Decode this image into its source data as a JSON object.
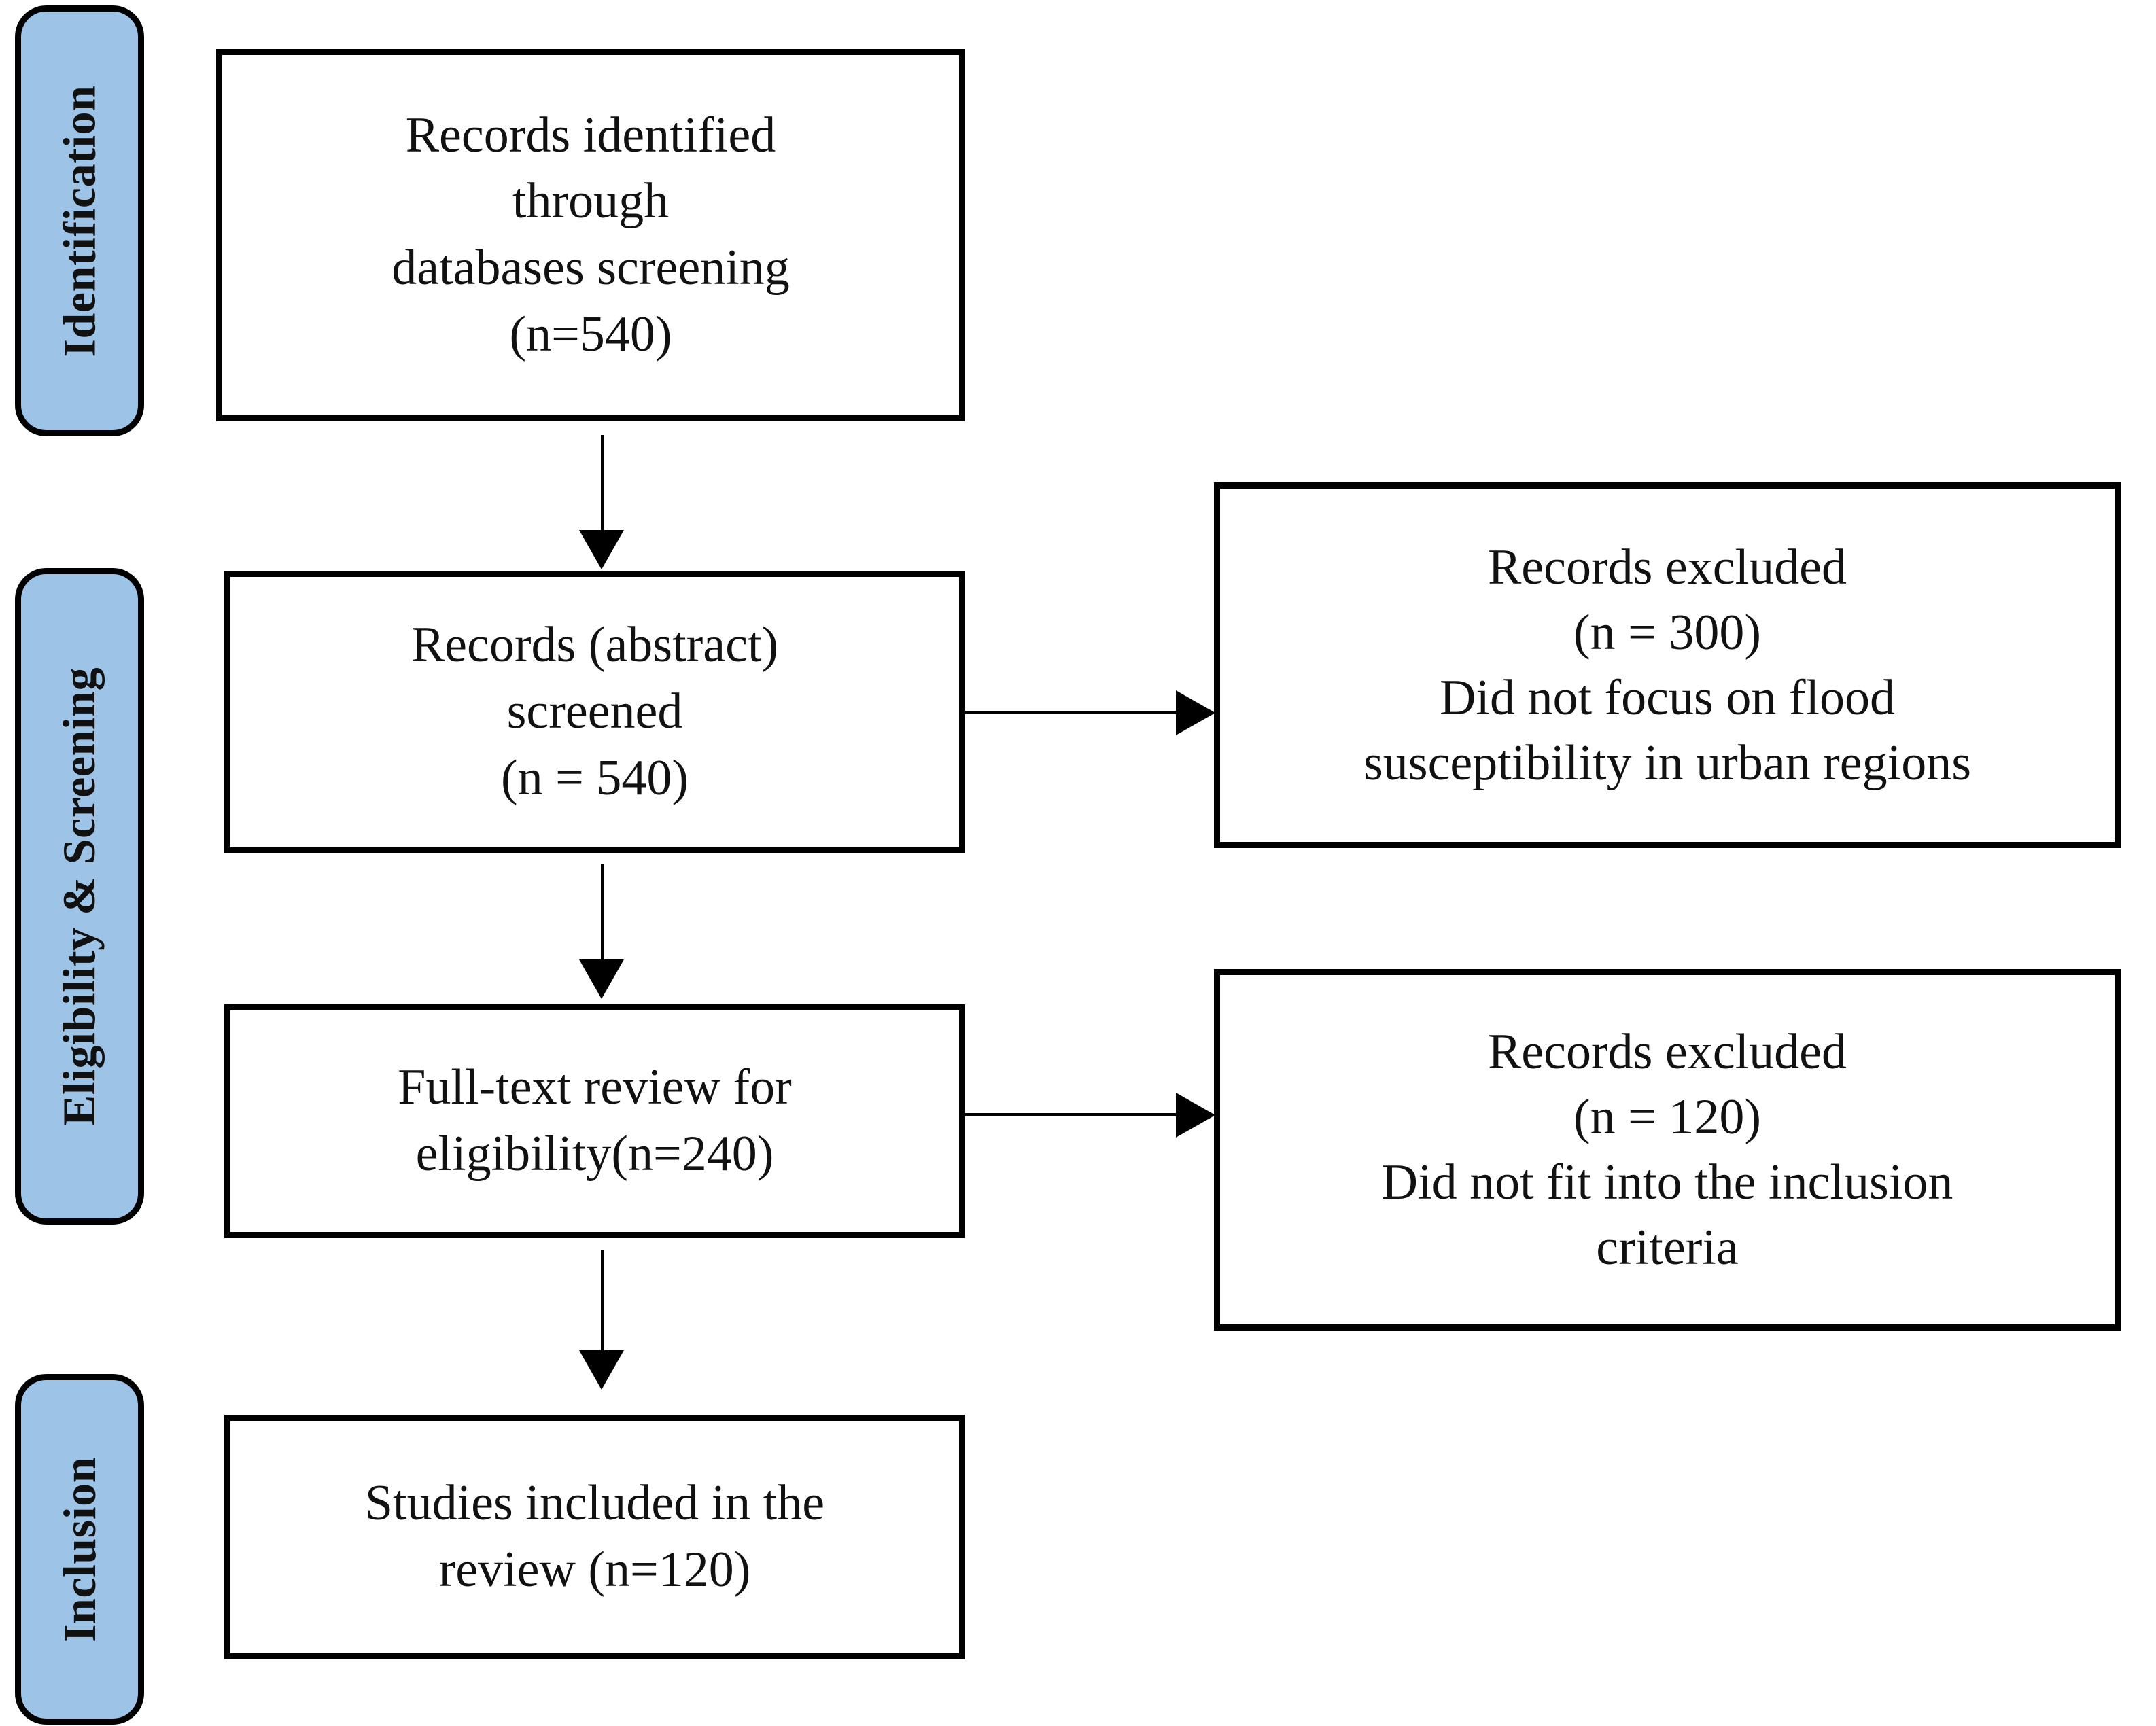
{
  "diagram": {
    "type": "prisma-flow-diagram",
    "accent_color": "#9dc3e6",
    "border_color": "#000000",
    "background_color": "#ffffff"
  },
  "stages": [
    {
      "id": "identification",
      "label": "Identification"
    },
    {
      "id": "eligibility-screening",
      "label": "Eligibility & Screening"
    },
    {
      "id": "inclusion",
      "label": "Inclusion"
    }
  ],
  "boxes": {
    "identified": {
      "text": "Records identified\nthrough\ndatabases screening\n(n=540)",
      "n": 540
    },
    "screened": {
      "text": "Records (abstract)\nscreened\n(n = 540)",
      "n": 540
    },
    "fulltext": {
      "text": "Full-text review for\neligibility(n=240)",
      "n": 240
    },
    "included": {
      "text": "Studies included in the\nreview (n=120)",
      "n": 120
    },
    "excluded_screening": {
      "text": "Records excluded\n(n = 300)\nDid not focus on flood\nsusceptibility in urban regions",
      "n": 300
    },
    "excluded_eligibility": {
      "text": "Records excluded\n(n = 120)\nDid not fit into the inclusion\ncriteria",
      "n": 120
    }
  },
  "connectors": [
    {
      "id": "identified-to-screened",
      "direction": "down"
    },
    {
      "id": "screened-to-fulltext",
      "direction": "down"
    },
    {
      "id": "fulltext-to-included",
      "direction": "down"
    },
    {
      "id": "screened-to-excluded",
      "direction": "right"
    },
    {
      "id": "fulltext-to-excluded",
      "direction": "right"
    }
  ]
}
